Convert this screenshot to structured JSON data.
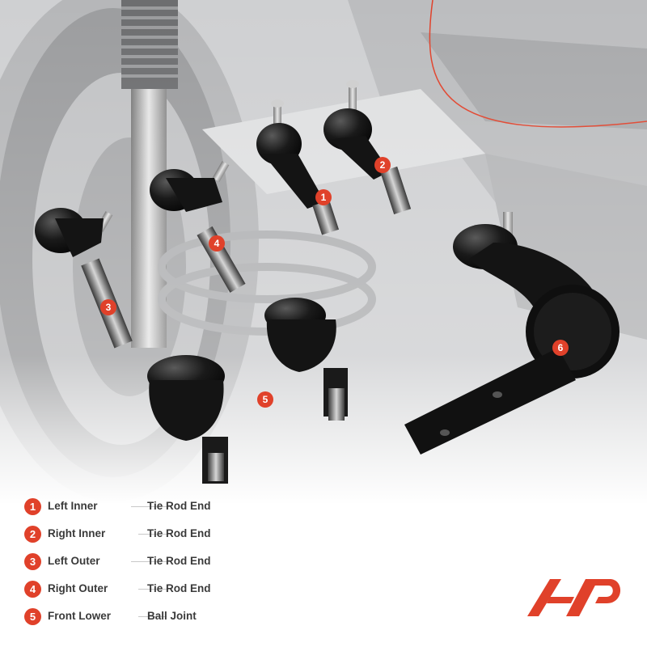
{
  "colors": {
    "accent": "#e0412a",
    "text": "#3a3a3a",
    "part": "#141414"
  },
  "parts": [
    {
      "num": "1",
      "name": "Left Inner",
      "type": "Tie Rod End"
    },
    {
      "num": "2",
      "name": "Right Inner",
      "type": "Tie Rod End"
    },
    {
      "num": "3",
      "name": "Left Outer",
      "type": "Tie Rod End"
    },
    {
      "num": "4",
      "name": "Right Outer",
      "type": "Tie Rod End"
    },
    {
      "num": "5",
      "name": "Front Lower",
      "type": "Ball Joint"
    }
  ],
  "callouts": [
    "1",
    "2",
    "3",
    "4",
    "5",
    "6"
  ],
  "logo": {
    "icon": "brand-logo-icon"
  }
}
